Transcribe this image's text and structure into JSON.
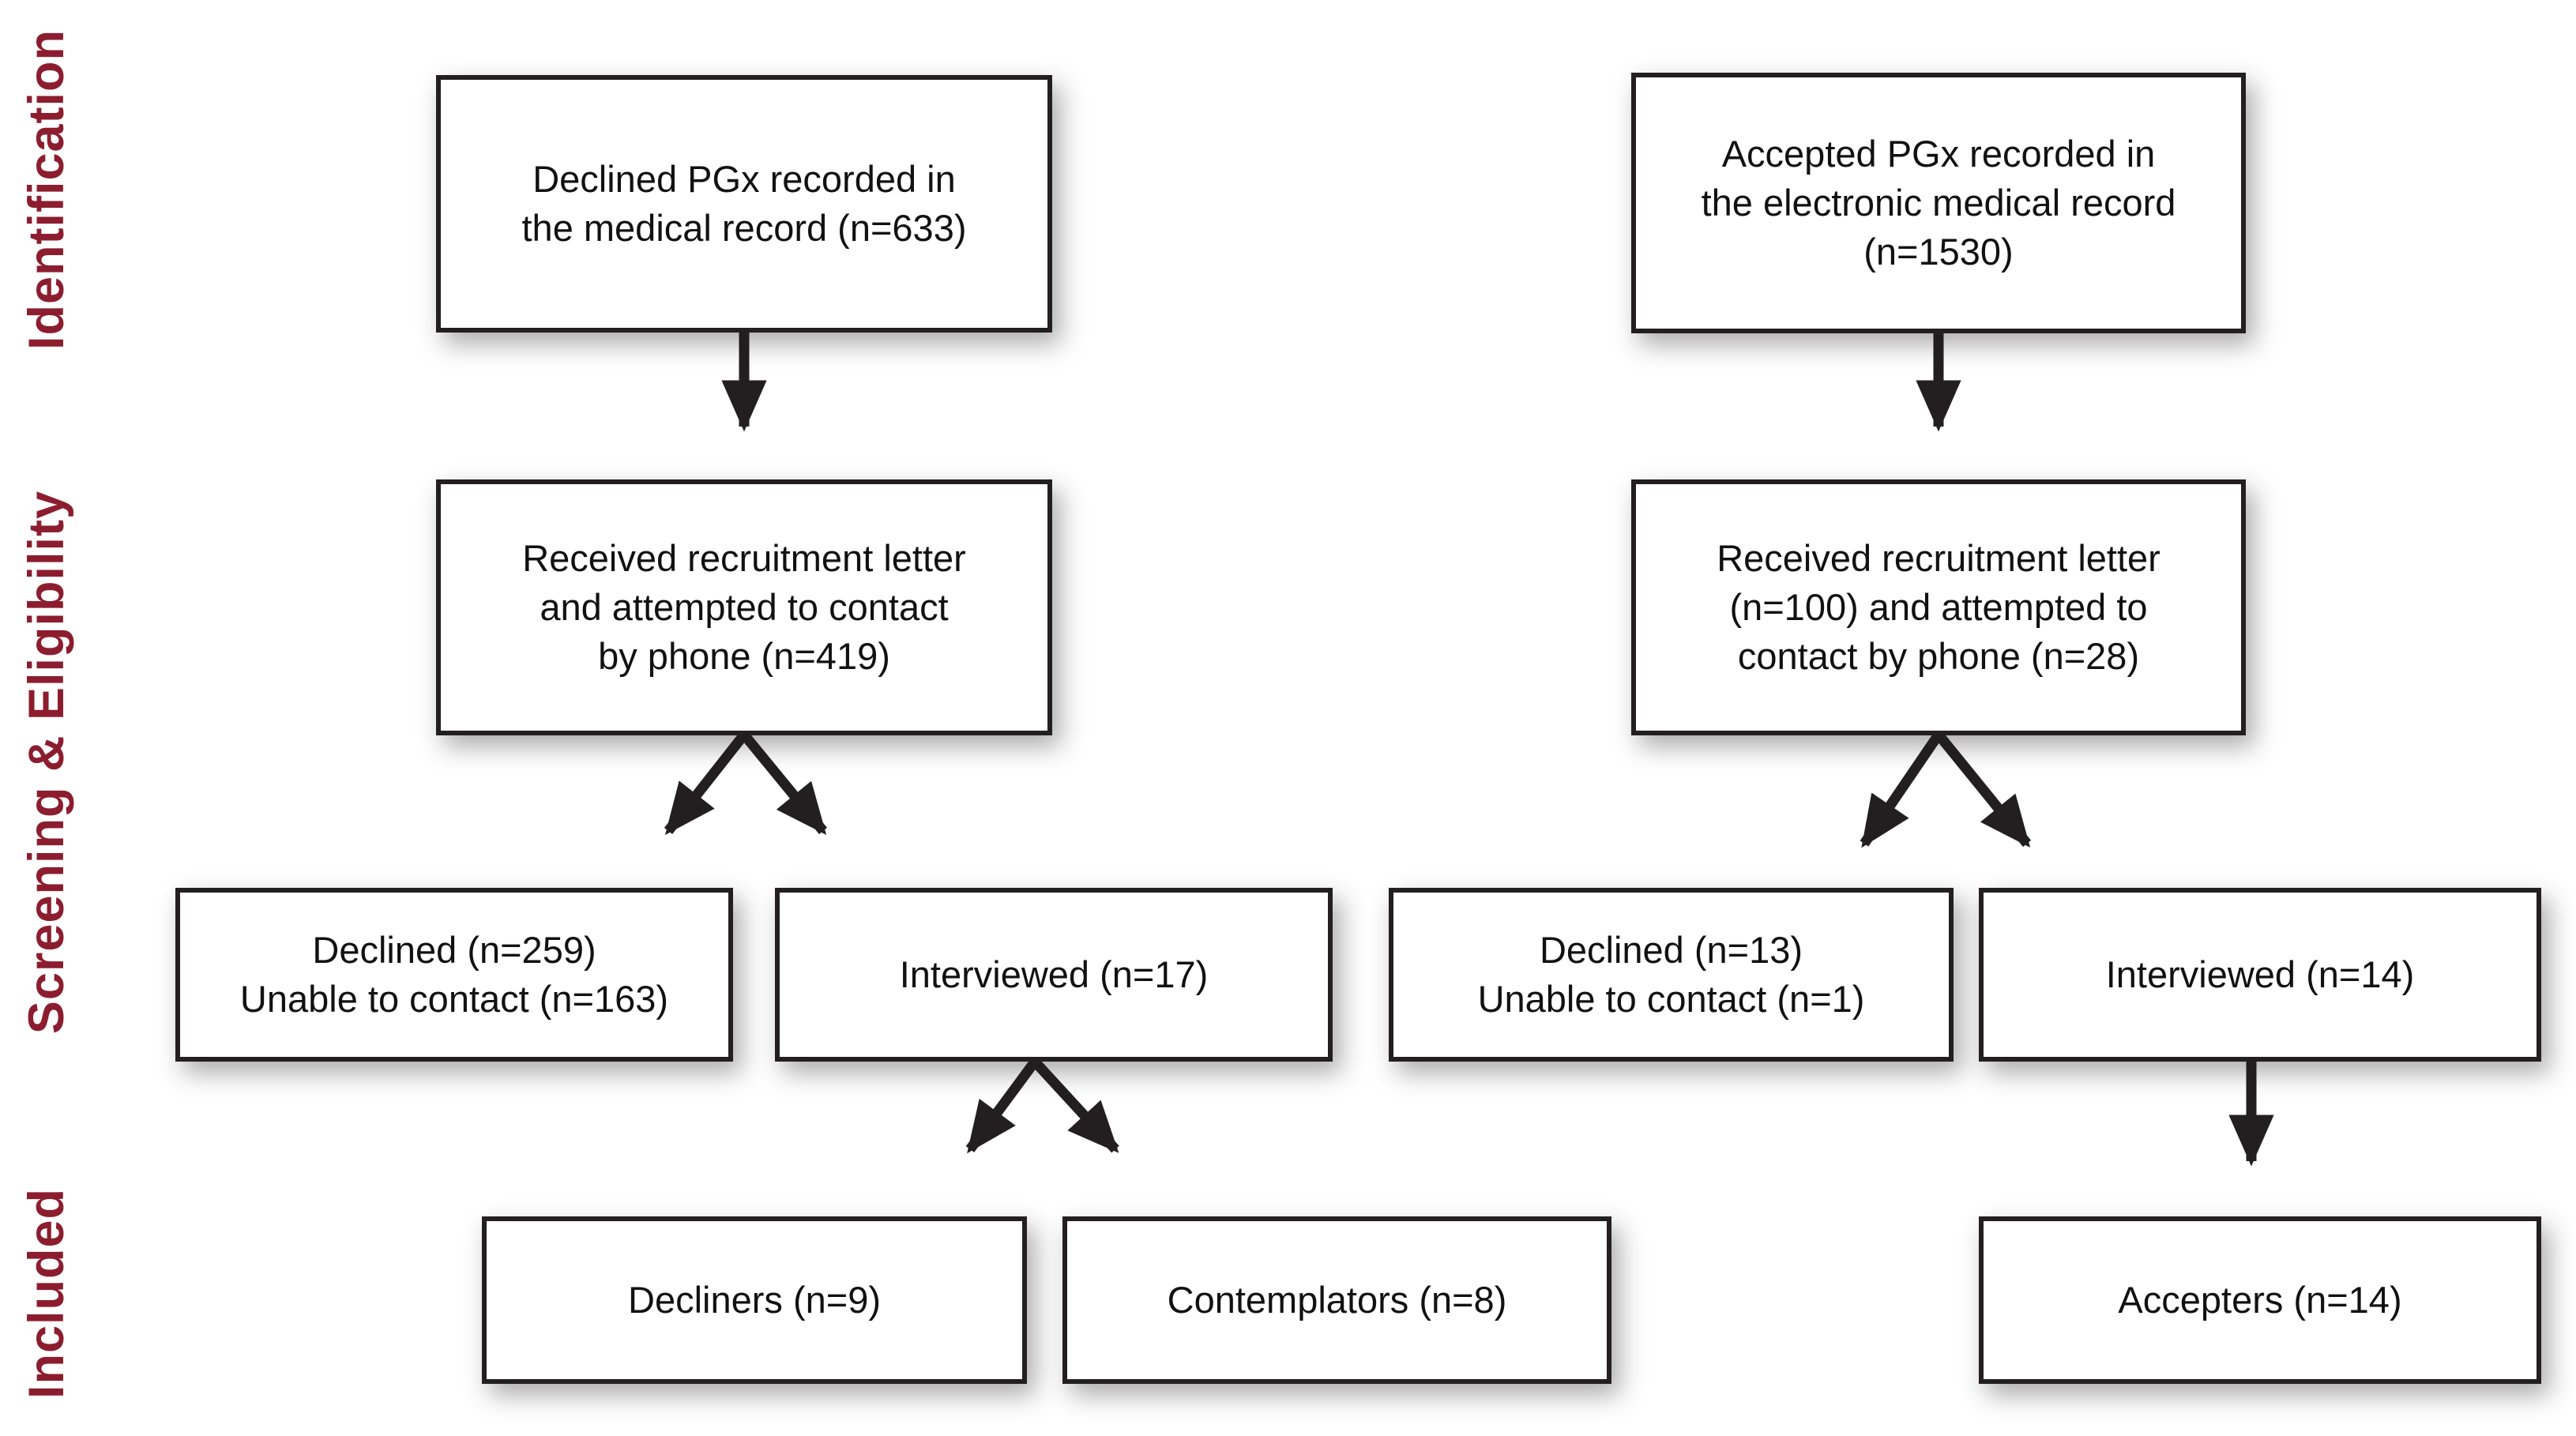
{
  "stages": [
    {
      "label": "Identification"
    },
    {
      "label": "Screening & Eligibility"
    },
    {
      "label": "Included"
    }
  ],
  "boxes": {
    "declined_pgx_identified": {
      "lines": [
        "Declined PGx recorded in",
        "the medical record (n=633)"
      ]
    },
    "accepted_pgx_identified": {
      "lines": [
        "Accepted PGx recorded in",
        "the electronic medical record",
        "(n=1530)"
      ]
    },
    "declined_recruitment": {
      "lines": [
        "Received recruitment letter",
        "and attempted to contact",
        "by phone (n=419)"
      ]
    },
    "accepted_recruitment": {
      "lines": [
        "Received recruitment letter",
        "(n=100) and attempted to",
        "contact by phone (n=28)"
      ]
    },
    "declined_screen_out": {
      "lines": [
        "Declined (n=259)",
        "Unable to contact (n=163)"
      ]
    },
    "declined_interviewed": {
      "lines": [
        "Interviewed (n=17)"
      ]
    },
    "accepted_screen_out": {
      "lines": [
        "Declined (n=13)",
        "Unable to contact (n=1)"
      ]
    },
    "accepted_interviewed": {
      "lines": [
        "Interviewed (n=14)"
      ]
    },
    "decliners": {
      "lines": [
        "Decliners (n=9)"
      ]
    },
    "contemplators": {
      "lines": [
        "Contemplators (n=8)"
      ]
    },
    "accepters": {
      "lines": [
        "Accepters (n=14)"
      ]
    }
  },
  "colors": {
    "stage_label": "#8C1D2F",
    "box_border": "#231F20",
    "arrow": "#231F20",
    "box_fill": "#FFFFFF"
  }
}
